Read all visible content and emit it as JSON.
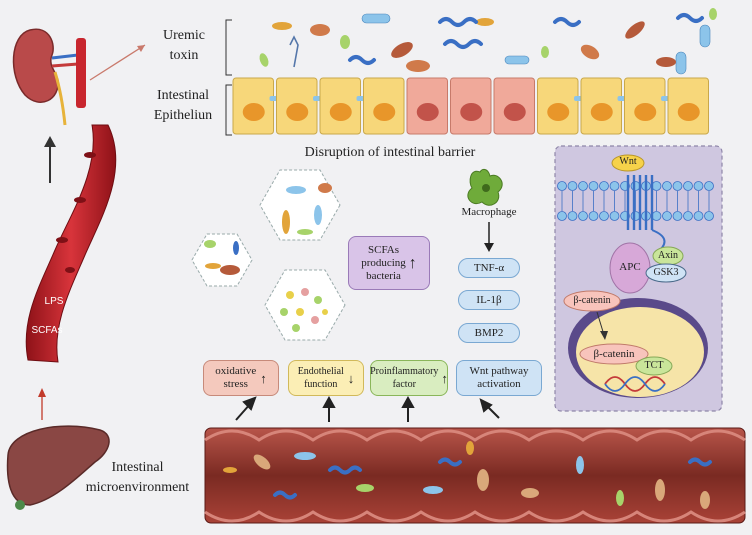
{
  "labels": {
    "uremic_toxin": "Uremic\ntoxin",
    "intestinal_epithelium": "Intestinal\nEpitheliun",
    "disruption": "Disruption of intestinal barrier",
    "macrophage": "Macrophage",
    "intestinal_microenvironment": "Intestinal\nmicroenvironment",
    "lps": "LPS",
    "scfas": "SCFAs"
  },
  "cytokines": [
    "TNF-α",
    "IL-1β",
    "BMP2"
  ],
  "scfa_box": "SCFAs\nproducing\nbacteria",
  "effects": [
    {
      "text": "oxidative\nstress",
      "arrow": "↑"
    },
    {
      "text": "Endothelial\nfunction",
      "arrow": "↓"
    },
    {
      "text": "Proinflammatory\nfactor",
      "arrow": "↑"
    },
    {
      "text": "Wnt pathway\nactivation",
      "arrow": ""
    }
  ],
  "wnt_panel": {
    "wnt": "Wnt",
    "apc": "APC",
    "axin": "Axin",
    "gsk3": "GSK3",
    "beta_catenin_cyto": "β-catenin",
    "beta_catenin_nuc": "β-catenin",
    "tct": "TCT"
  },
  "colors": {
    "effect_pink": "#f4c9bd",
    "effect_yellow": "#fbeeb5",
    "effect_green": "#d9edc0",
    "effect_blue": "#cfe3f5",
    "scfa_purple": "#d9c4e8",
    "wnt_panel_bg": "#cfc7e0",
    "vessel_red": "#c8262e",
    "intestine_red": "#a94237"
  }
}
